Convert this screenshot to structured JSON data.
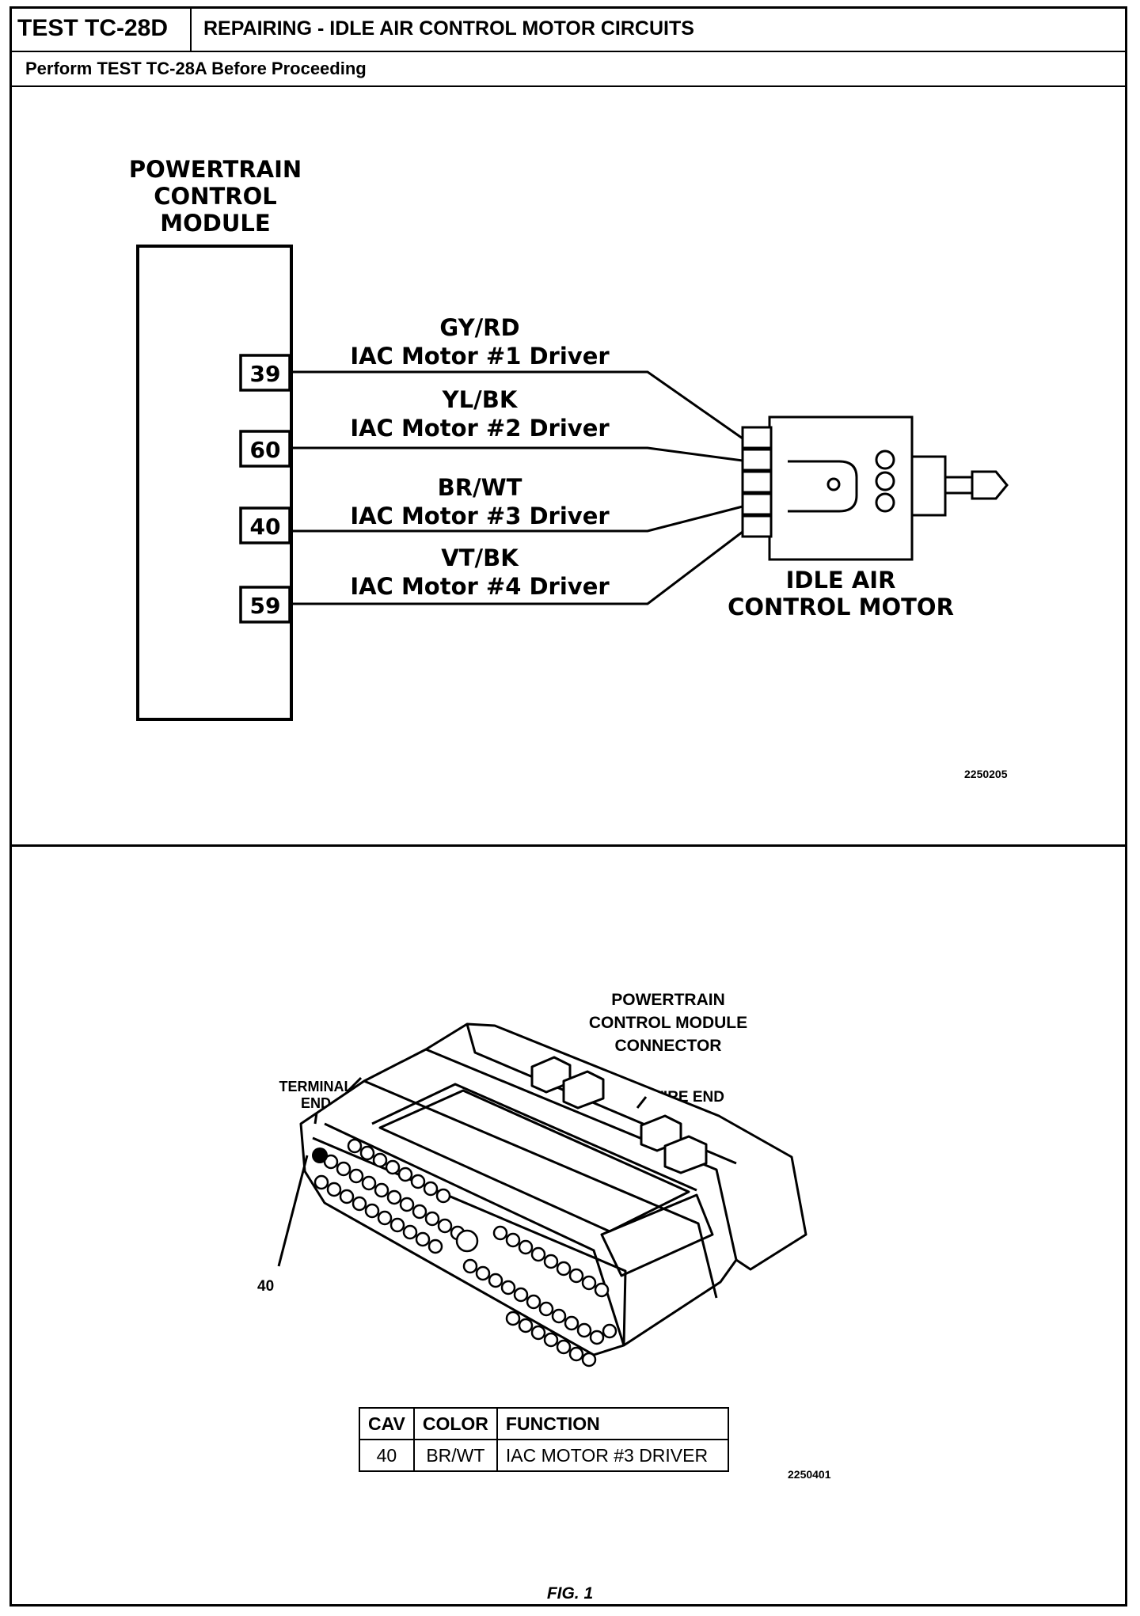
{
  "header": {
    "test_id": "TEST TC-28D",
    "title": "REPAIRING - IDLE AIR CONTROL MOTOR CIRCUITS",
    "subtitle": "Perform TEST TC-28A Before Proceeding"
  },
  "wiring_diagram": {
    "module_label_lines": [
      "POWERTRAIN",
      "CONTROL",
      "MODULE"
    ],
    "wires": [
      {
        "pin": "39",
        "color": "GY/RD",
        "function": "IAC  Motor  #1  Driver"
      },
      {
        "pin": "60",
        "color": "YL/BK",
        "function": "IAC  Motor  #2  Driver"
      },
      {
        "pin": "40",
        "color": "BR/WT",
        "function": "IAC  Motor  #3  Driver"
      },
      {
        "pin": "59",
        "color": "VT/BK",
        "function": "IAC  Motor  #4  Driver"
      }
    ],
    "motor_label_lines": [
      "IDLE  AIR",
      "CONTROL  MOTOR"
    ],
    "figure_id": "2250205"
  },
  "connector_view": {
    "title_lines": [
      "POWERTRAIN",
      "CONTROL MODULE",
      "CONNECTOR"
    ],
    "terminal_end_lines": [
      "TERMINAL",
      "END"
    ],
    "wire_end_label": "WIRE  END",
    "cavity_callout": "40",
    "figure_id": "2250401"
  },
  "cavity_table": {
    "headers": [
      "CAV",
      "COLOR",
      "FUNCTION"
    ],
    "rows": [
      {
        "cav": "40",
        "color": "BR/WT",
        "function": "IAC MOTOR #3 DRIVER"
      }
    ]
  },
  "figure_caption": "FIG. 1"
}
